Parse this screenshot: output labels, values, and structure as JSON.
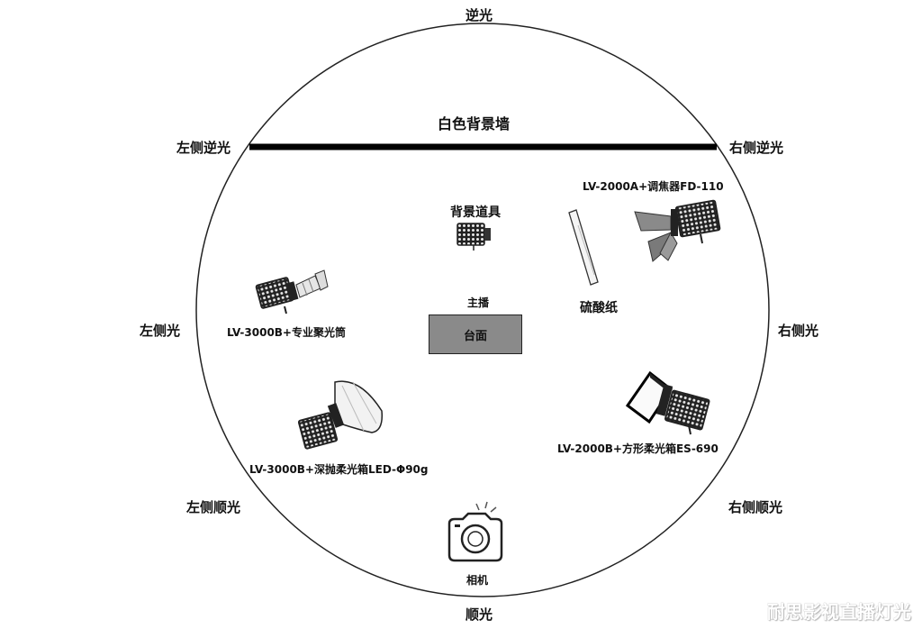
{
  "directions": {
    "back": "逆光",
    "left_back": "左侧逆光",
    "right_back": "右侧逆光",
    "left": "左侧光",
    "right": "右侧光",
    "left_front": "左侧顺光",
    "right_front": "右侧顺光",
    "front": "顺光"
  },
  "backdrop_label": "白色背景墙",
  "props_label": "背景道具",
  "host_label": "主播",
  "table_label": "台面",
  "diffuser_label": "硫酸纸",
  "camera_label": "相机",
  "lights": {
    "top_right": "LV-2000A+调焦器FD-110",
    "left_mid": "LV-3000B+专业聚光筒",
    "left_low": "LV-3000B+深抛柔光箱LED-Φ90g",
    "right_low": "LV-2000B+方形柔光箱ES-690"
  },
  "watermark": "耐思影视直播灯光"
}
